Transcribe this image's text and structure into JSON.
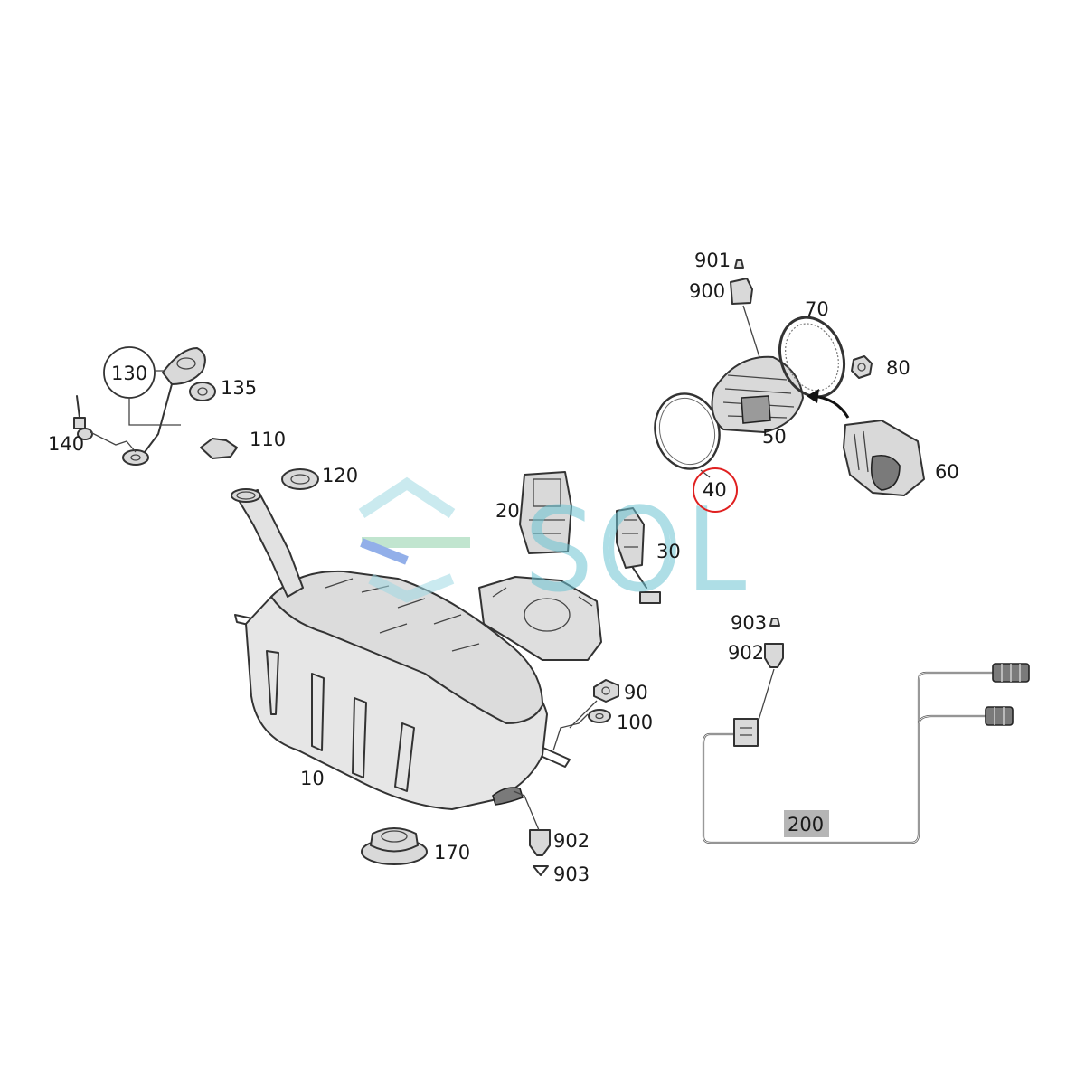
{
  "diagram": {
    "callouts": [
      {
        "id": "p10",
        "text": "10"
      },
      {
        "id": "p20",
        "text": "20"
      },
      {
        "id": "p30",
        "text": "30"
      },
      {
        "id": "p40",
        "text": "40"
      },
      {
        "id": "p50",
        "text": "50"
      },
      {
        "id": "p60",
        "text": "60"
      },
      {
        "id": "p70",
        "text": "70"
      },
      {
        "id": "p80",
        "text": "80"
      },
      {
        "id": "p90",
        "text": "90"
      },
      {
        "id": "p100",
        "text": "100"
      },
      {
        "id": "p110",
        "text": "110"
      },
      {
        "id": "p120",
        "text": "120"
      },
      {
        "id": "p130",
        "text": "130"
      },
      {
        "id": "p135",
        "text": "135"
      },
      {
        "id": "p140",
        "text": "140"
      },
      {
        "id": "p170",
        "text": "170"
      },
      {
        "id": "p200",
        "text": "200"
      },
      {
        "id": "p900",
        "text": "900"
      },
      {
        "id": "p901",
        "text": "901"
      },
      {
        "id": "p902a",
        "text": "902"
      },
      {
        "id": "p903a",
        "text": "903"
      },
      {
        "id": "p902b",
        "text": "902"
      },
      {
        "id": "p903b",
        "text": "903"
      }
    ],
    "highlighted_part": "40",
    "highlight_color": "#e02020",
    "label_200_bg": "#b5b5b5",
    "watermark": {
      "text": "SOL",
      "color": "#6cc4d3"
    }
  }
}
